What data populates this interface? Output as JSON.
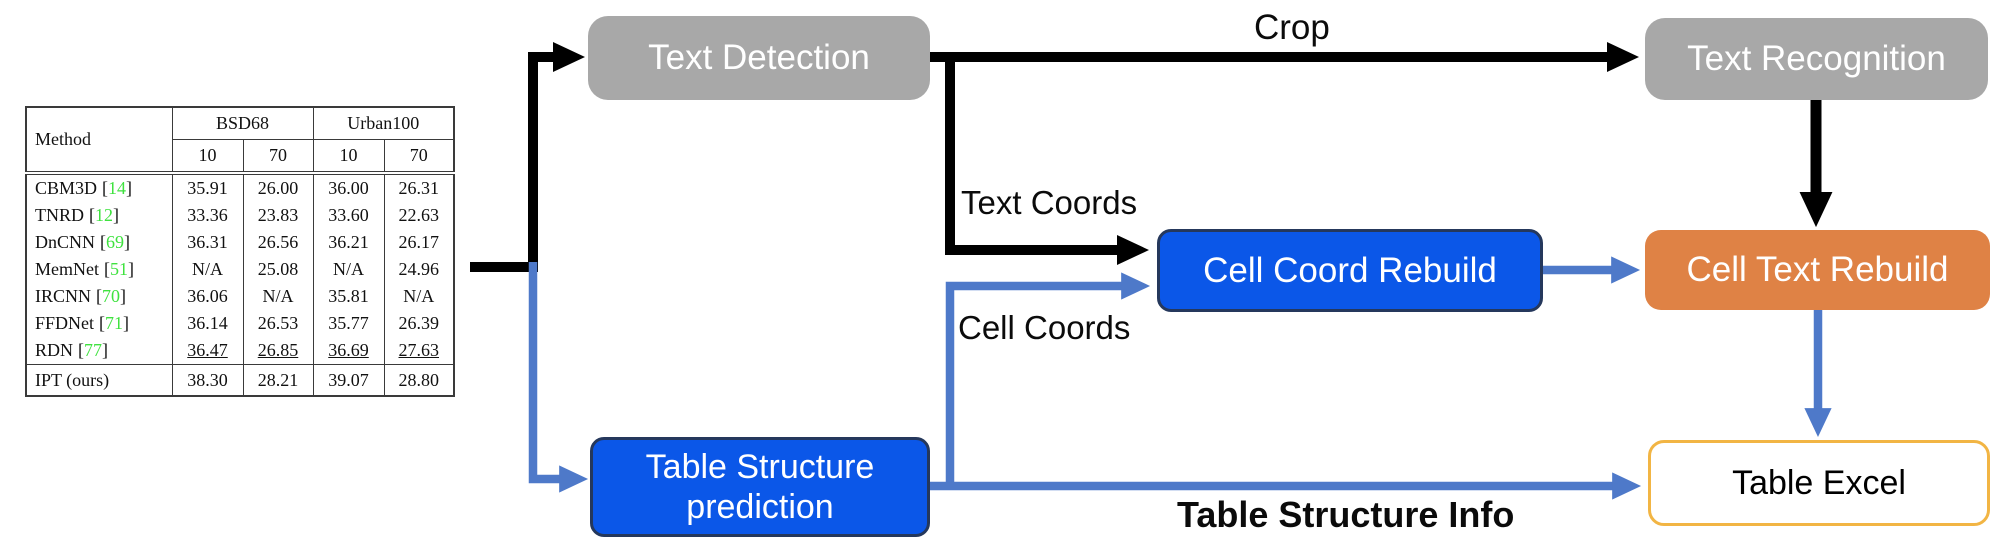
{
  "figure": {
    "nodes": {
      "text_detection": "Text Detection",
      "text_recognition": "Text Recognition",
      "cell_coord_rebuild": "Cell Coord Rebuild",
      "cell_text_rebuild": "Cell Text Rebuild",
      "table_structure_prediction_line1": "Table Structure",
      "table_structure_prediction_line2": "prediction",
      "table_excel": "Table Excel"
    },
    "edge_labels": {
      "crop": "Crop",
      "text_coords": "Text Coords",
      "cell_coords": "Cell Coords",
      "table_structure_info": "Table Structure Info"
    },
    "colors": {
      "node_gray": "#A8A8A8",
      "node_blue": "#0B57E8",
      "node_blue_border": "#25385C",
      "node_orange": "#DF8245",
      "node_gold_border": "#F2B544",
      "arrow_black": "#000000",
      "arrow_blue": "#4E79C9",
      "cite_green": "#3FE23F"
    }
  },
  "input_table": {
    "bracket_open": "[",
    "bracket_close": "]",
    "header": {
      "method": "Method",
      "group1": "BSD68",
      "group2": "Urban100",
      "sub": [
        "10",
        "70",
        "10",
        "70"
      ]
    },
    "rows": [
      {
        "method": "CBM3D",
        "cite": "14",
        "values": [
          "35.91",
          "26.00",
          "36.00",
          "26.31"
        ]
      },
      {
        "method": "TNRD",
        "cite": "12",
        "values": [
          "33.36",
          "23.83",
          "33.60",
          "22.63"
        ]
      },
      {
        "method": "DnCNN",
        "cite": "69",
        "values": [
          "36.31",
          "26.56",
          "36.21",
          "26.17"
        ]
      },
      {
        "method": "MemNet",
        "cite": "51",
        "values": [
          "N/A",
          "25.08",
          "N/A",
          "24.96"
        ]
      },
      {
        "method": "IRCNN",
        "cite": "70",
        "values": [
          "36.06",
          "N/A",
          "35.81",
          "N/A"
        ]
      },
      {
        "method": "FFDNet",
        "cite": "71",
        "values": [
          "36.14",
          "26.53",
          "35.77",
          "26.39"
        ]
      },
      {
        "method": "RDN",
        "cite": "77",
        "values": [
          "36.47",
          "26.85",
          "36.69",
          "27.63"
        ]
      },
      {
        "method": "IPT (ours)",
        "cite": "",
        "values": [
          "38.30",
          "28.21",
          "39.07",
          "28.80"
        ]
      }
    ]
  }
}
